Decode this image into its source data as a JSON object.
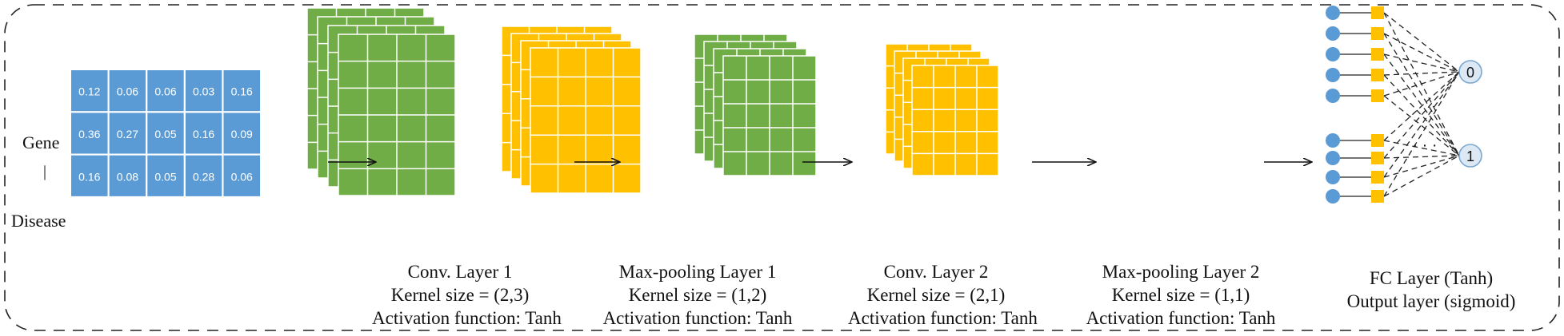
{
  "input": {
    "label_top": "Gene",
    "label_sep": "|",
    "label_bottom": "Disease",
    "matrix": [
      [
        "0.12",
        "0.06",
        "0.06",
        "0.03",
        "0.16"
      ],
      [
        "0.36",
        "0.27",
        "0.05",
        "0.16",
        "0.09"
      ],
      [
        "0.16",
        "0.08",
        "0.05",
        "0.28",
        "0.06"
      ]
    ]
  },
  "layers": [
    {
      "lines": [
        "Conv. Layer 1",
        "Kernel size = (2,3)",
        "Activation function: Tanh"
      ]
    },
    {
      "lines": [
        "Max-pooling Layer 1",
        "Kernel size = (1,2)",
        "Activation function: Tanh"
      ]
    },
    {
      "lines": [
        "Conv. Layer 2",
        "Kernel size = (2,1)",
        "Activation function: Tanh"
      ]
    },
    {
      "lines": [
        "Max-pooling Layer 2",
        "Kernel size = (1,1)",
        "Activation function: Tanh"
      ]
    },
    {
      "lines": [
        "FC Layer (Tanh)",
        "Output layer (sigmoid)"
      ]
    }
  ],
  "fc": {
    "ellipsis": "· · ·",
    "outputs": [
      "0",
      "1"
    ]
  },
  "colors": {
    "input_blue": "#5b9bd5",
    "conv_green": "#70ad47",
    "pool_yellow": "#ffc000",
    "node_blue": "#5b9bd5",
    "output_node_fill": "#dce9f5"
  }
}
